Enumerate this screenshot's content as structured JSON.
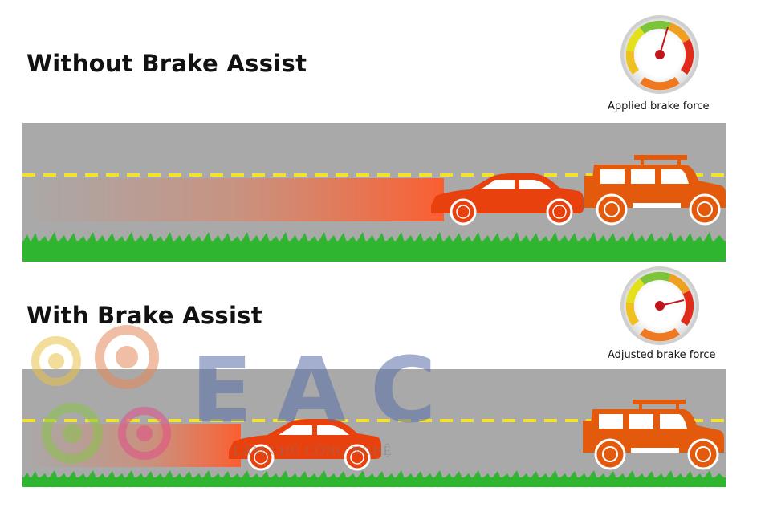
{
  "panels": {
    "without": {
      "title": "Without Brake Assist",
      "gauge_label": "Applied brake force"
    },
    "with": {
      "title": "With Brake Assist",
      "gauge_label": "Adjusted brake force"
    }
  },
  "watermark": {
    "text": "EAC",
    "subtext": "LÀM CHỦ CÔNG NGHỆ"
  },
  "colors": {
    "road": "#a9a9a9",
    "lane_marking": "#f2e22a",
    "grass": "#2fb52f",
    "car": "#e8410e",
    "suv": "#e35a0c",
    "skid": "#ff6a3a",
    "needle": "#c0161b",
    "watermark": "#5a6fa8"
  },
  "icons": [
    "gauge-icon",
    "sedan-car-icon",
    "suv-car-icon",
    "skid-trail",
    "watermark-logo"
  ]
}
